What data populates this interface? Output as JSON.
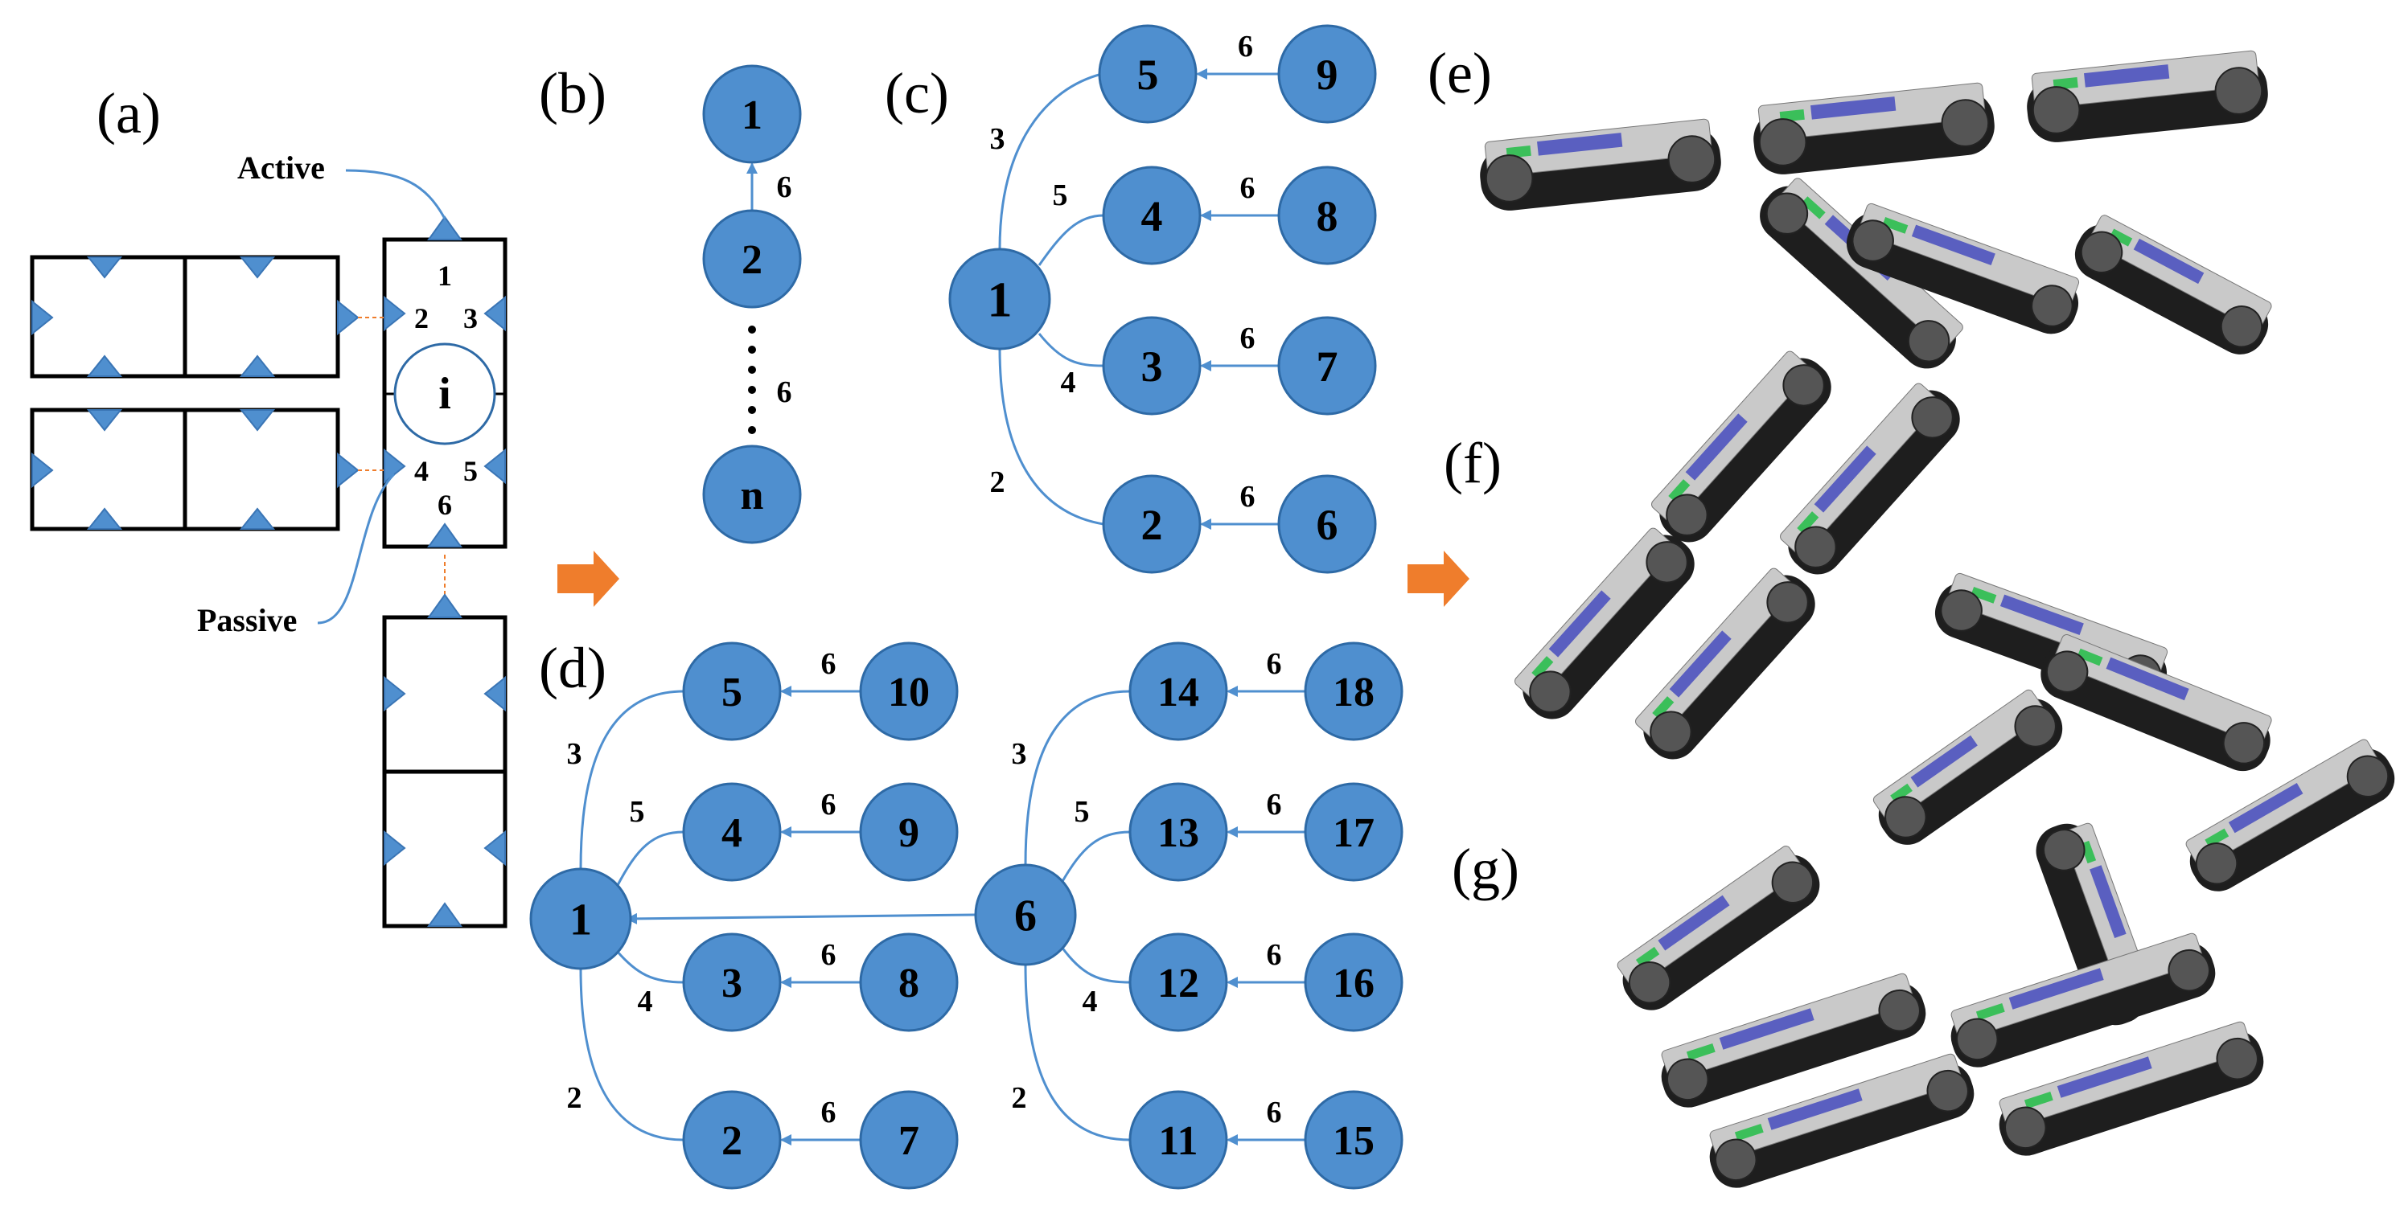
{
  "panels": {
    "a": "(a)",
    "b": "(b)",
    "c": "(c)",
    "d": "(d)",
    "e": "(e)",
    "f": "(f)",
    "g": "(g)"
  },
  "module_a": {
    "active_label": "Active",
    "passive_label": "Passive",
    "center_label": "i",
    "ports": [
      "1",
      "2",
      "3",
      "4",
      "5",
      "6"
    ]
  },
  "chain_b": {
    "nodes": [
      "1",
      "2",
      "n"
    ],
    "edge_labels": [
      "6",
      "6"
    ]
  },
  "star_c": {
    "center": "1",
    "inner": [
      "5",
      "4",
      "3",
      "2"
    ],
    "outer": [
      "9",
      "8",
      "7",
      "6"
    ],
    "inner_edge_labels": [
      "3",
      "5",
      "4",
      "2"
    ],
    "outer_edge_labels": [
      "6",
      "6",
      "6",
      "6"
    ]
  },
  "tree_d": {
    "left_center": "1",
    "left_inner": [
      "5",
      "4",
      "3",
      "2"
    ],
    "left_outer": [
      "10",
      "9",
      "8",
      "7"
    ],
    "right_center": "6",
    "right_inner": [
      "14",
      "13",
      "12",
      "11"
    ],
    "right_outer": [
      "18",
      "17",
      "16",
      "15"
    ],
    "inner_edge_labels": [
      "3",
      "5",
      "4",
      "2"
    ],
    "outer_edge_labels": [
      "6",
      "6",
      "6",
      "6"
    ]
  },
  "colors": {
    "node": "#4f8fcf",
    "edge": "#4f8fcf",
    "arrow": "#ef7d2c"
  }
}
